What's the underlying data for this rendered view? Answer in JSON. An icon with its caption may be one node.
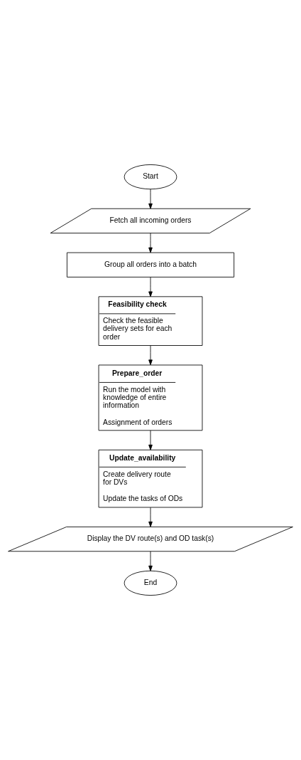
{
  "diagram": {
    "nodes": [
      {
        "text": [
          "Start"
        ]
      },
      {
        "text": [
          "Fetch all incoming orders"
        ]
      },
      {
        "text": [
          "Group all orders into a batch"
        ]
      },
      {
        "text": [
          "Feasibility check",
          "Check the feasible delivery sets for each order"
        ]
      },
      {
        "text": [
          "Prepare_order",
          "Run the model with knowledge of entire information",
          "Assignment of orders"
        ]
      },
      {
        "text": [
          "Update_availability",
          "Create delivery route for DVs",
          "Update the tasks of ODs"
        ]
      },
      {
        "text": [
          "Display the DV route(s) and OD task(s)"
        ]
      },
      {
        "text": [
          "End"
        ]
      }
    ],
    "edges": [
      {
        "from": 0,
        "to": 1,
        "arrow": "to"
      },
      {
        "from": 1,
        "to": 2,
        "arrow": "to"
      },
      {
        "from": 2,
        "to": 3,
        "arrow": "to"
      },
      {
        "from": 3,
        "to": 4,
        "arrow": "to"
      },
      {
        "from": 4,
        "to": 5,
        "arrow": "to"
      },
      {
        "from": 5,
        "to": 6,
        "arrow": "to"
      },
      {
        "from": 6,
        "to": 7,
        "arrow": "to"
      }
    ]
  }
}
